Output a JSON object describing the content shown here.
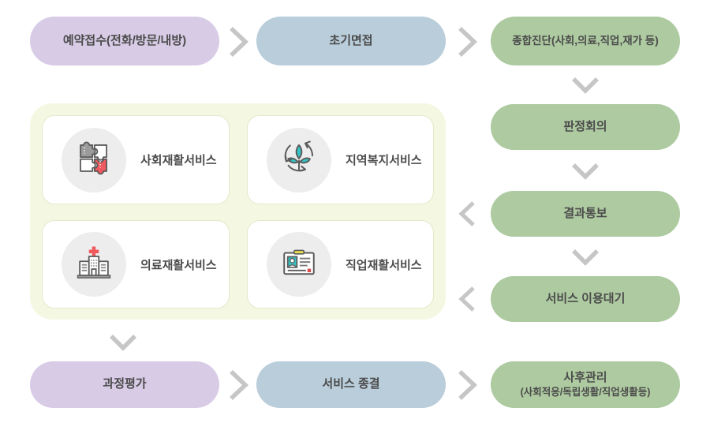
{
  "diagram_title": "rehabilitation-service-process-flow",
  "colors": {
    "purple": "#d8cbe6",
    "blue": "#b9cdda",
    "green": "#aecaa1",
    "panel_bg": "#f4f8e3",
    "card_border": "#e3e9cb",
    "chevron_gray": "#c6c6c6",
    "text": "#4b4b4b",
    "icon_circle_bg": "#ededed",
    "accent_red": "#ee5a5d",
    "accent_teal": "#35c4c6",
    "accent_yellow": "#e6db4d",
    "accent_gray": "#9b9b9b"
  },
  "flow": {
    "top_row": [
      {
        "id": "reservation",
        "label": "예약접수(전화/방문/내방)",
        "color": "purple"
      },
      {
        "id": "initial-interview",
        "label": "초기면접",
        "color": "blue"
      },
      {
        "id": "comprehensive-diagnosis",
        "label": "종합진단(사회,의료,직업,재가 등)",
        "color": "green"
      }
    ],
    "right_column": [
      {
        "id": "judgement-meeting",
        "label": "판정회의",
        "color": "green"
      },
      {
        "id": "result-notification",
        "label": "결과통보",
        "color": "green"
      },
      {
        "id": "service-waiting",
        "label": "서비스 이용대기",
        "color": "green"
      }
    ],
    "services_panel": {
      "cards": [
        {
          "id": "social-rehab",
          "icon": "puzzle-icon",
          "label": "사회재활서비스"
        },
        {
          "id": "community-welfare",
          "icon": "sprout-recycle-icon",
          "label": "지역복지서비스"
        },
        {
          "id": "medical-rehab",
          "icon": "hospital-icon",
          "label": "의료재활서비스"
        },
        {
          "id": "vocational-rehab",
          "icon": "id-card-icon",
          "label": "직업재활서비스"
        }
      ]
    },
    "bottom_row": [
      {
        "id": "process-evaluation",
        "label": "과정평가",
        "color": "purple"
      },
      {
        "id": "service-termination",
        "label": "서비스 종결",
        "color": "blue"
      },
      {
        "id": "aftercare",
        "label": "사후관리",
        "sublabel": "(사회적응/독립생활/직업생활등)",
        "color": "green"
      }
    ]
  }
}
